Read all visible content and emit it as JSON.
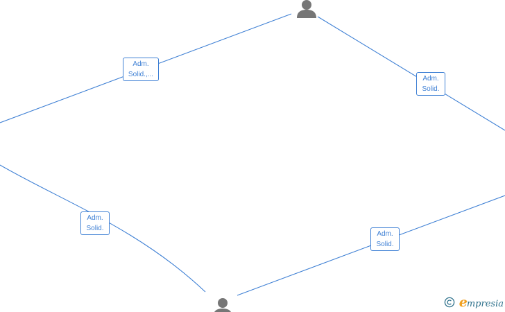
{
  "diagram": {
    "node_icon": "person-icon",
    "edge_labels": [
      {
        "line1": "Adm.",
        "line2": "Solid.,..."
      },
      {
        "line1": "Adm.",
        "line2": "Solid."
      },
      {
        "line1": "Adm.",
        "line2": "Solid."
      },
      {
        "line1": "Adm.",
        "line2": "Solid."
      }
    ],
    "colors": {
      "edge": "#3d7fd4",
      "node": "#767676"
    }
  },
  "watermark": {
    "copyright_symbol": "©",
    "brand_initial": "e",
    "brand_rest": "mpresia"
  }
}
